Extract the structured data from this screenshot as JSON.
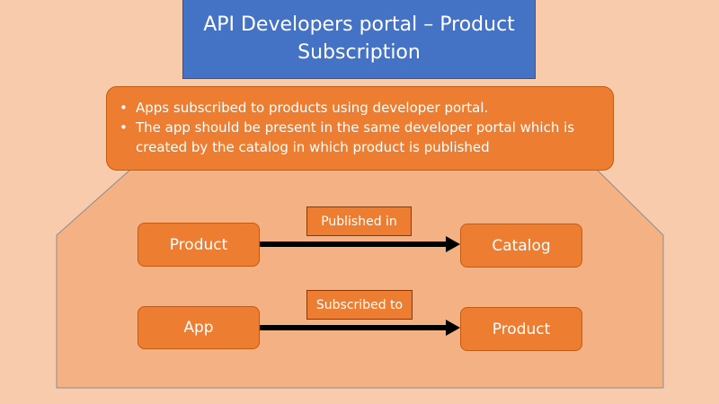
{
  "title": {
    "line1": "API Developers portal – Product",
    "line2": "Subscription"
  },
  "bullets": [
    "Apps subscribed to products using developer portal.",
    "The app should be present in the same developer portal which is created by the catalog in which product is published"
  ],
  "rows": [
    {
      "from": "Product",
      "relation": "Published in",
      "to": "Catalog"
    },
    {
      "from": "App",
      "relation": "Subscribed to",
      "to": "Product"
    }
  ],
  "colors": {
    "background": "#f8cbad",
    "title_fill": "#4472c4",
    "box_fill": "#ed7d31",
    "container_fill": "#f4b183",
    "arrow": "#000000"
  }
}
